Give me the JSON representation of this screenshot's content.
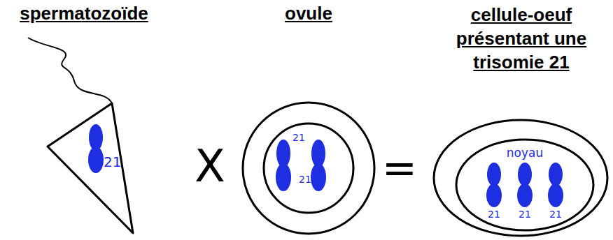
{
  "diagram": {
    "nodes": [
      {
        "text": [
          "spermatozoïde",
          "21"
        ]
      },
      {
        "text": [
          "ovule",
          "21",
          "21"
        ]
      },
      {
        "text": [
          "cellule-oeuf présentant une trisomie 21"
        ]
      },
      {
        "text": [
          "noyau",
          "21",
          "21",
          "21"
        ],
        "in": 2
      }
    ],
    "labels": [
      "X",
      "="
    ]
  }
}
